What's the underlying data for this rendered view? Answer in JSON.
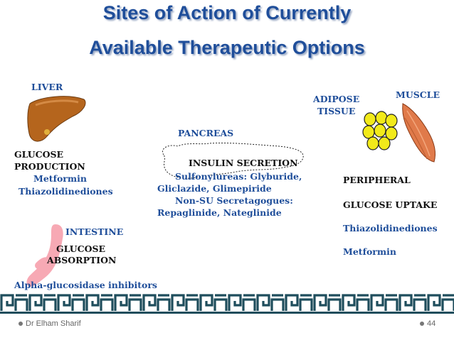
{
  "slide": {
    "title_line1": "Sites of Action of Currently",
    "title_line2": "Available Therapeutic Options"
  },
  "liver": {
    "label": "LIVER",
    "effect_line1": "GLUCOSE",
    "effect_line2": "PRODUCTION",
    "drugs": [
      "Metformin",
      "Thiazolidinediones"
    ]
  },
  "pancreas": {
    "label": "PANCREAS",
    "effect": "INSULIN SECRETION",
    "drug_lines": [
      "Sulfonylureas: Glyburide,",
      "Gliclazide, Glimepiride",
      "Non-SU Secretagogues:",
      "Repaglinide, Nateglinide"
    ]
  },
  "adipose": {
    "label_line1": "ADIPOSE",
    "label_line2": "TISSUE"
  },
  "muscle": {
    "label": "MUSCLE"
  },
  "peripheral": {
    "effect_line1": "PERIPHERAL",
    "effect_line2": "GLUCOSE UPTAKE",
    "drugs": [
      "Thiazolidinediones",
      "Metformin"
    ]
  },
  "intestine": {
    "label": "INTESTINE",
    "effect_line1": "GLUCOSE",
    "effect_line2": "ABSORPTION",
    "drug": "Alpha-glucosidase inhibitors"
  },
  "footer": {
    "author": "Dr Elham Sharif",
    "page_number": "44"
  },
  "colors": {
    "title": "#1f4e9a",
    "band": "#1e4d5c",
    "liver": "#b5651d",
    "muscle": "#e07a4a",
    "intestine": "#f7a9b4",
    "adipose": "#f2ea1a"
  }
}
